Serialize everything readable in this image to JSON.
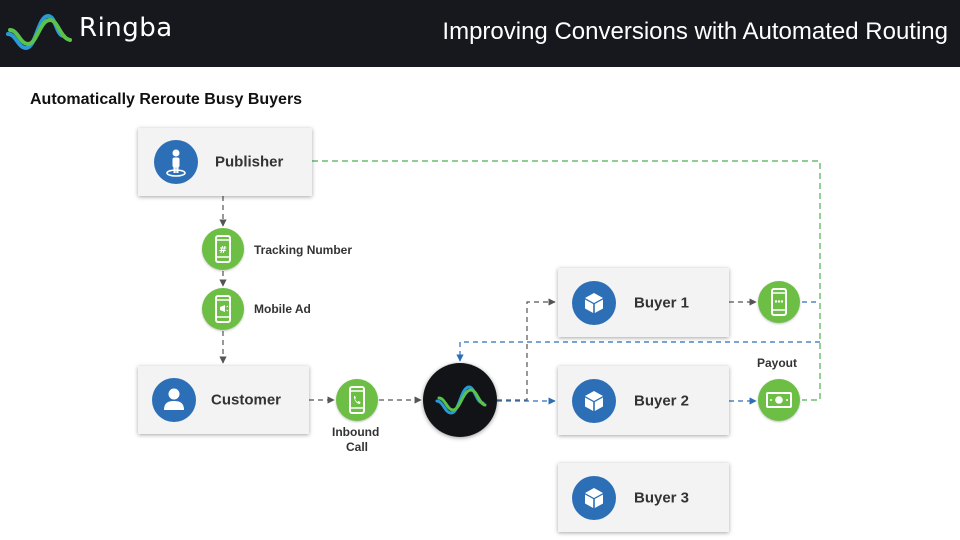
{
  "header": {
    "brand": "Ringba",
    "title": "Improving Conversions with Automated Routing",
    "background": "#16181d"
  },
  "subtitle": "Automatically Reroute Busy Buyers",
  "nodes": {
    "publisher": "Publisher",
    "customer": "Customer",
    "buyer1": "Buyer 1",
    "buyer2": "Buyer 2",
    "buyer3": "Buyer 3"
  },
  "labels": {
    "tracking_number": "Tracking Number",
    "mobile_ad": "Mobile Ad",
    "inbound_call_1": "Inbound",
    "inbound_call_2": "Call",
    "payout": "Payout"
  },
  "icons": {
    "publisher": "person-standing-icon",
    "customer": "user-icon",
    "buyer": "box-icon",
    "tracking_number": "phone-hash-icon",
    "mobile_ad": "phone-megaphone-icon",
    "inbound_call": "phone-call-icon",
    "buyer1_call": "phone-message-icon",
    "payout": "money-icon",
    "hub": "ringba-wave-icon"
  },
  "colors": {
    "node_circle": "#2d6fb6",
    "green_circle": "#6cbe44",
    "green_line": "#4caf50",
    "blue_line": "#2d6fb6",
    "dark_line": "#555555"
  }
}
